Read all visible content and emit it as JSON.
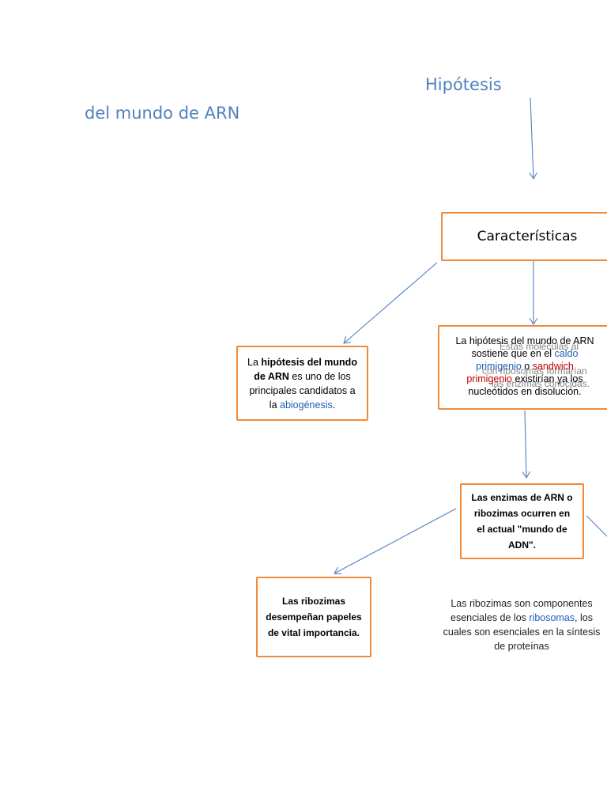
{
  "titles": {
    "top": "Hipótesis",
    "left": "del mundo de ARN"
  },
  "box_caracteristicas": {
    "label": "Características"
  },
  "box_hipotesis": {
    "part1": "La ",
    "bold": "hipótesis del mundo de ARN",
    "part2": " es uno de los principales candidatos a la ",
    "link": "abiogénesis",
    "part3": "."
  },
  "box_sostiene": {
    "line1": "La hipótesis del mundo de ARN",
    "line2": "sostiene que en el ",
    "link1": "caldo",
    "link1b": "primigenio",
    "mid": " o ",
    "red1": "sandwich",
    "red2": "primigenio",
    "line4": " existirían ya los",
    "line5": "nucleótidos en disolución.",
    "ghost1": "Estas moléculas al",
    "ghost2": "con ribosomas formarían",
    "ghost3": "las enzimas conocidas."
  },
  "box_enzimas": {
    "label": "Las enzimas de ARN o ribozimas ocurren en el actual \"mundo de ADN\"."
  },
  "box_ribozimas": {
    "label": "Las ribozimas desempeñan papeles de vital importancia."
  },
  "free_text": {
    "part1": "Las ribozimas son componentes esenciales de los ",
    "link": "ribosomas",
    "part2": ", los cuales son esenciales en la síntesis de proteínas"
  },
  "colors": {
    "title": "#4f81bd",
    "border": "#f08a3b",
    "arrow": "#4f81bd",
    "link": "#1f5fb4",
    "red": "#c00000"
  }
}
